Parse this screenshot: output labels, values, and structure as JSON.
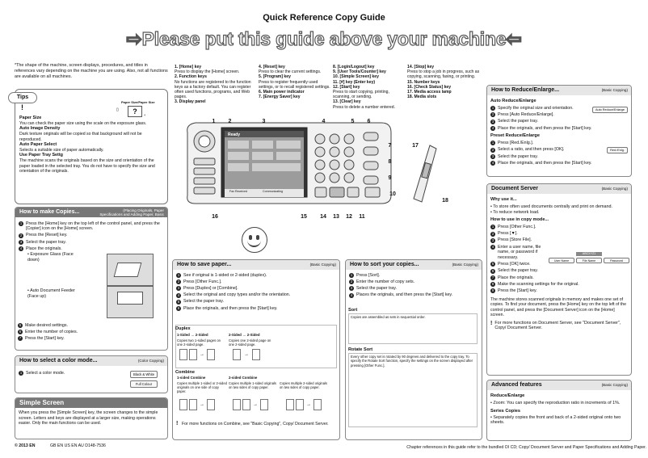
{
  "header": {
    "title": "Quick Reference Copy Guide",
    "banner": "Please put this guide above your machine"
  },
  "intro_note": "*The shape of the machine, screen displays, procedures, and titles in references vary depending on the machine you are using. Also, not all functions are available on all machines.",
  "keys": {
    "col1": [
      {
        "label": "1. [Home] key",
        "desc": "Press to display the [Home] screen."
      },
      {
        "label": "2. Function keys",
        "desc": "No functions are registered to the function keys as a factory default. You can register often used functions, programs, and Web pages."
      },
      {
        "label": "3. Display panel",
        "desc": ""
      }
    ],
    "col2": [
      {
        "label": "4. [Reset] key",
        "desc": "Press to clear the current settings."
      },
      {
        "label": "5. [Program] key",
        "desc": "Press to register frequently used settings, or to recall registered settings."
      },
      {
        "label": "6. Main power indicator",
        "desc": ""
      },
      {
        "label": "7. [Energy Saver] key",
        "desc": ""
      }
    ],
    "col3": [
      {
        "label": "8. [Login/Logout] key",
        "desc": ""
      },
      {
        "label": "9. [User Tools/Counter] key",
        "desc": ""
      },
      {
        "label": "10. [Simple Screen] key",
        "desc": ""
      },
      {
        "label": "11. [#] key (Enter key)",
        "desc": ""
      },
      {
        "label": "12. [Start] key",
        "desc": "Press to start copying, printing, scanning, or sending."
      },
      {
        "label": "13. [Clear] key",
        "desc": "Press to delete a number entered."
      }
    ],
    "col4": [
      {
        "label": "14. [Stop] key",
        "desc": "Press to stop a job in progress, such as copying, scanning, faxing, or printing."
      },
      {
        "label": "15. Number keys",
        "desc": ""
      },
      {
        "label": "16. [Check Status] key",
        "desc": ""
      },
      {
        "label": "17. Media access lamp",
        "desc": ""
      },
      {
        "label": "18. Media slots",
        "desc": ""
      }
    ]
  },
  "tips": {
    "tab": "Tips",
    "size_label": "Paper Size/Paper Size",
    "items": [
      {
        "title": "Paper Size",
        "text": "You can check the paper size using the scale on the exposure glass."
      },
      {
        "title": "Auto Image Density",
        "text": "Dark texture originals will be copied so that background will not be reproduced."
      },
      {
        "title": "Auto Paper Select",
        "text": "Selects a suitable size of paper automatically."
      },
      {
        "title": "Use Paper Tray Settg",
        "text": "The machine scans the originals based on the size and orientation of the paper loaded in the selected tray. You do not have to specify the size and orientation of the originals."
      }
    ]
  },
  "make_copies": {
    "title": "How to make Copies...",
    "tag": "(Placing Originals, Paper Specifications and Adding Paper, Basic Copying)",
    "steps": [
      "Press the [Home] key on the top left of the control panel, and press the [Copier] icon on the [Home] screen.",
      "Press the [Reset] key.",
      "Select the paper tray.",
      "Place the originals."
    ],
    "bullet1": "• Exposure Glass (Face down)",
    "bullet2": "• Auto Document Feeder (Face up)",
    "steps2": [
      "Make desired settings.",
      "Enter the number of copies.",
      "Press the [Start] key."
    ]
  },
  "color_mode": {
    "title": "How to select a color mode...",
    "tag": "(Color Copying)",
    "step": "Select a color mode.",
    "buttons": [
      "Black & White",
      "Full Colour"
    ]
  },
  "simple_screen": {
    "title": "Simple Screen",
    "text": "When you press the [Simple Screen] key, the screen changes to the simple screen. Letters and keys are displayed at a larger size, making operations easier. Only the main functions can be used."
  },
  "save_paper": {
    "title": "How to save paper...",
    "tag": "(Basic Copying)",
    "steps": [
      "See if original is 1-sided or 2-sided (duplex).",
      "Press [Other Func.].",
      "Press [Duplex] or [Combine].",
      "Select the original and copy types and/or the orientation.",
      "Select the paper tray.",
      "Place the originals, and then press the [Start] key."
    ],
    "duplex_title": "Duplex",
    "duplex_a_title": "1-Sided → 2-Sided",
    "duplex_a_text": "Copies two 1-sided pages on one 2-sided page.",
    "duplex_b_title": "2-Sided → 2-Sided",
    "duplex_b_text": "Copies one 2-sided page on one 2-sided page.",
    "combine_title": "Combine",
    "combine_a_title": "1-sided Combine",
    "combine_a_text": "Copies multiple 1-sided or 2-sided originals on one side of copy paper.",
    "combine_b_title": "2-sided Combine",
    "combine_b_text": "Copies multiple 1-sided originals on two sides of copy paper.",
    "combine_c_text": "Copies multiple 2-sided originals on two sides of copy paper.",
    "more": "For more functions on Combine, see \"Basic Copying\", Copy/ Document Server."
  },
  "sort_copies": {
    "title": "How to sort your copies...",
    "tag": "(Basic Copying)",
    "steps": [
      "Press [Sort].",
      "Enter the number of copy sets.",
      "Select the paper tray.",
      "Places the originals, and then press the [Start] key."
    ],
    "sort_title": "Sort",
    "sort_text": "Copies are assembled as sets in sequential order.",
    "rotate_title": "Rotate Sort",
    "rotate_text": "Every other copy set is rotated by 90 degrees and delivered to the copy tray. To specify the Rotate Sort function, specify the settings on the screen displayed after pressing [Other Func.]."
  },
  "reduce_enlarge": {
    "title": "How to Reduce/Enlarge...",
    "tag": "(Basic Copying)",
    "auto_title": "Auto Reduce/Enlarge",
    "auto_steps": [
      "Specify the original size and orientation.",
      "Press [Auto Reduce/Enlarge].",
      "Select the paper tray.",
      "Place the originals, and then press the [Start] key."
    ],
    "auto_btn": "Auto Reduce/Enlarge",
    "preset_title": "Preset Reduce/Enlarge",
    "preset_steps": [
      "Press [Red./Enlg.].",
      "Select a ratio, and then press [OK].",
      "Select the paper tray.",
      "Place the originals, and then press the [Start] key."
    ],
    "preset_btn": "Red./Enlg."
  },
  "doc_server": {
    "title": "Document Server",
    "tag": "(Basic Copying)",
    "why": "Why use it...",
    "why_items": [
      "• To store often used documents centrally and print on demand.",
      "• To reduce network load."
    ],
    "how": "How to use in copy mode...",
    "steps": [
      "Press [Other Func.].",
      "Press [▼].",
      "Press [Store File].",
      "Enter a user name, file name, or password if necessary.",
      "Press [OK] twice.",
      "Select the paper tray.",
      "Place the originals.",
      "Make the scanning settings for the original.",
      "Press the [Start] key."
    ],
    "field_buttons": [
      "User Name",
      "File Name",
      "Password"
    ],
    "field_header": "ABCXYZ1",
    "text": "The machine stores scanned originals in memory and makes one set of copies. To find your document, press the [Home] key on the top left of the control panel, and press the [Document Server] icon on the [Home] screen.",
    "more": "For more functions on Document Server, see \"Document Server\", Copy/ Document Server."
  },
  "advanced": {
    "title": "Advanced features",
    "tag": "(Basic Copying)",
    "red_title": "Reduce/Enlarge",
    "red_text": "• Zoom: You can specify the reproduction ratio in increments of 1%.",
    "series_title": "Series Copies",
    "series_text": "• Separately copies the front and back of a 2-sided original onto two sheets."
  },
  "machine": {
    "callouts": [
      "1",
      "2",
      "3",
      "4",
      "5",
      "6",
      "7",
      "8",
      "9",
      "10",
      "11",
      "12",
      "13",
      "14",
      "15",
      "16",
      "17",
      "18"
    ],
    "screen_title": "Ready",
    "screen_bottom_left": "Fax Received",
    "screen_bottom_right": "Communicating"
  },
  "footer": {
    "copyright": "© 2013  EN",
    "codes": "GB  EN  US  EN  AU  D148-7536",
    "chapter_ref": "Chapter references in this guide refer to the bundled OI CD; Copy/ Document Server and Paper Specifications and Adding Paper."
  }
}
